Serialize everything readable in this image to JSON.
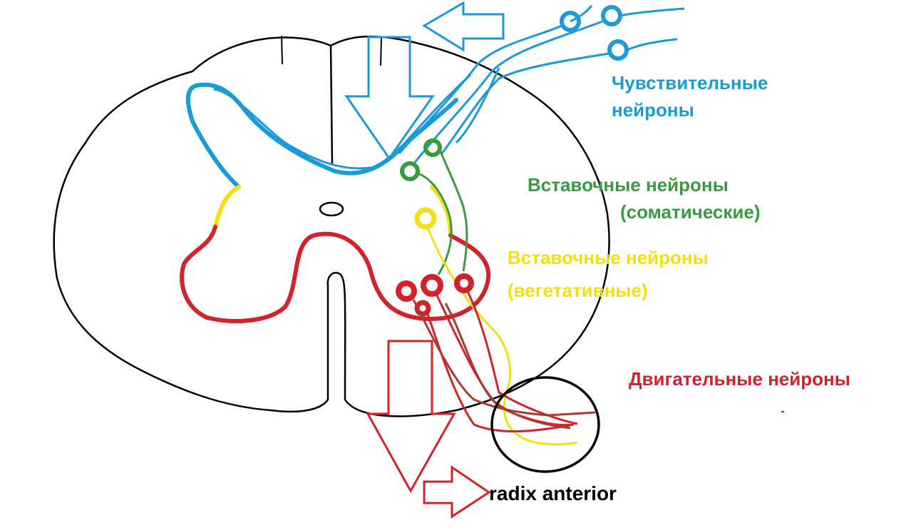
{
  "labels": {
    "sensory": {
      "line1": "Чувствительные",
      "line2": "нейроны"
    },
    "somatic": {
      "line1": "Вставочные нейроны",
      "line2": "(соматические)"
    },
    "vegetative": {
      "line1": "Вставочные нейроны",
      "line2": "(вегетативные)"
    },
    "motor": "Двигательные нейроны",
    "radix": "radix anterior"
  },
  "colors": {
    "sensory": "#1b9ad6",
    "somatic": "#3a9a3f",
    "vegetative": "#f3e012",
    "motor": "#d2222c",
    "outline": "#000000"
  }
}
